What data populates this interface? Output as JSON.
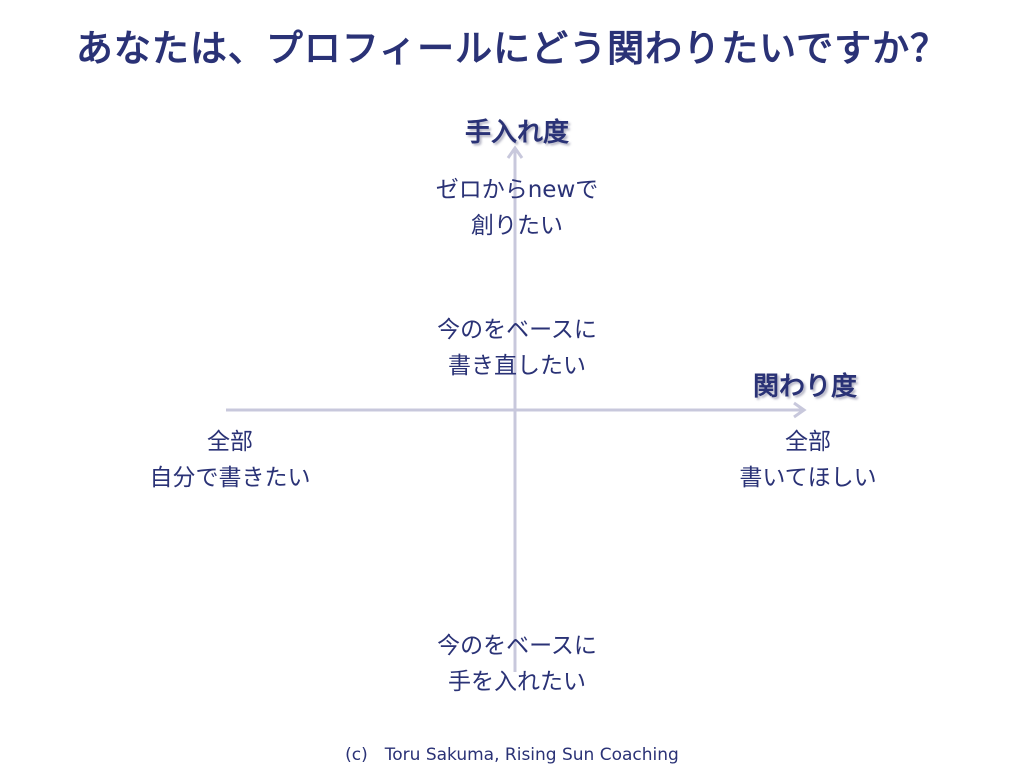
{
  "title": "あなたは、プロフィールにどう関わりたいですか？",
  "axes": {
    "vertical_label": "手入れ度",
    "horizontal_label": "関わり度",
    "line_color": "#c8c8dc"
  },
  "options": {
    "top": {
      "line1": "ゼロからnewで",
      "line2": "創りたい"
    },
    "middle": {
      "line1": "今のをベースに",
      "line2": "書き直したい"
    },
    "left": {
      "line1": "全部",
      "line2": "自分で書きたい"
    },
    "right": {
      "line1": "全部",
      "line2": "書いてほしい"
    },
    "bottom": {
      "line1": "今のをベースに",
      "line2": "手を入れたい"
    }
  },
  "footer": "(c)　Toru Sakuma, Rising Sun Coaching",
  "colors": {
    "text": "#2a3276",
    "background": "#ffffff"
  }
}
